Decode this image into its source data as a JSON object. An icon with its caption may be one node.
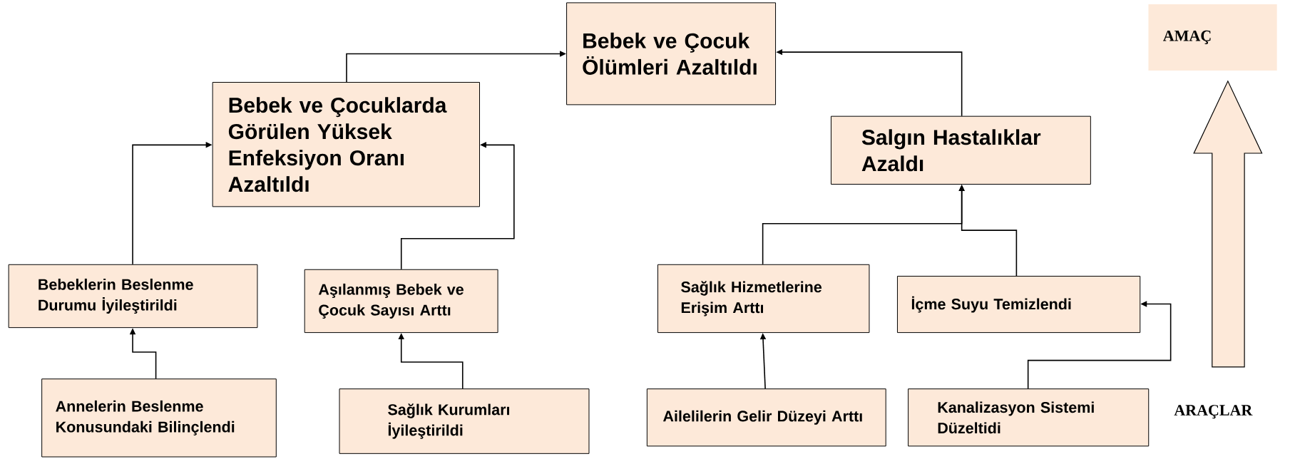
{
  "diagram": {
    "nodes": [
      {
        "text": [
          "Bebek ve Çocuk Ölümleri Azaltıldı"
        ]
      },
      {
        "text": [
          "AMAÇ"
        ]
      },
      {
        "text": [
          "Bebek ve Çocuklarda Görülen Yüksek Enfeksiyon Oranı Azaltıldı"
        ]
      },
      {
        "text": [
          "Salgın Hastalıklar Azaldı"
        ]
      },
      {
        "text": [
          "Bebeklerin  Beslenme Durumu İyileştirildi"
        ]
      },
      {
        "text": [
          "Aşılanmış Bebek ve Çocuk Sayısı Arttı"
        ]
      },
      {
        "text": [
          "Sağlık Hizmetlerine Erişim Arttı"
        ]
      },
      {
        "text": [
          "İçme Suyu Temizlendi"
        ]
      },
      {
        "text": [
          "Annelerin Beslenme Konusundaki Bilinçlendi"
        ]
      },
      {
        "text": [
          "Sağlık Kurumları İyileştirildi"
        ]
      },
      {
        "text": [
          "Ailelilerin Gelir Düzeyi Arttı"
        ]
      },
      {
        "text": [
          "Kanalizasyon Sistemi Düzeltidi"
        ]
      }
    ],
    "edges": [
      {
        "from": 2,
        "to": 0,
        "arrow": "to"
      },
      {
        "from": 3,
        "to": 0,
        "arrow": "to"
      },
      {
        "from": 4,
        "to": 2,
        "arrow": "to"
      },
      {
        "from": 5,
        "to": 2,
        "arrow": "to"
      },
      {
        "from": 6,
        "to": 3,
        "arrow": "to"
      },
      {
        "from": 7,
        "to": 3,
        "arrow": "to"
      },
      {
        "from": 8,
        "to": 4,
        "arrow": "to"
      },
      {
        "from": 9,
        "to": 5,
        "arrow": "to"
      },
      {
        "from": 10,
        "to": 6,
        "arrow": "to"
      },
      {
        "from": 11,
        "to": 7,
        "arrow": "to"
      }
    ],
    "labels": [
      "ARAÇLAR"
    ]
  }
}
